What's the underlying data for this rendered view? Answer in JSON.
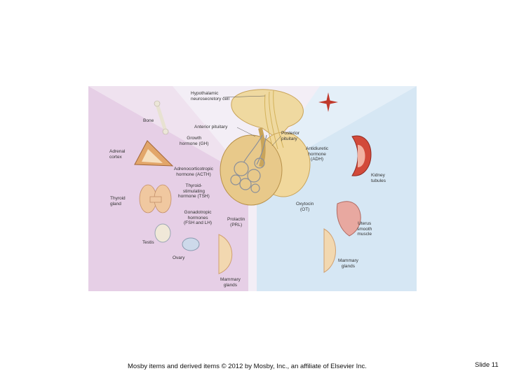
{
  "labels": {
    "hypothalamic": "Hypothalamic\nneurosecretory cell",
    "bone": "Bone",
    "anterior_pituitary": "Anterior pituitary",
    "posterior_pituitary": "Posterior\npituitary",
    "growth_hormone": "Growth\nhormone (GH)",
    "adrenal_cortex": "Adrenal\ncortex",
    "acth": "Adrenocorticotropic\nhormone (ACTH)",
    "adh": "Antidiuretic\nhormone\n(ADH)",
    "tsh": "Thyroid-\nstimulating\nhormone (TSH)",
    "kidney_tubules": "Kidney\ntubules",
    "thyroid_gland": "Thyroid\ngland",
    "oxytocin": "Oxytocin\n(OT)",
    "gonadotropic": "Gonadotropic\nhormones\n(FSH and LH)",
    "prolactin": "Prolactin\n(PRL)",
    "uterus": "Uterus\nsmooth\nmuscle",
    "testis": "Testis",
    "ovary": "Ovary",
    "mammary_glands_left": "Mammary\nglands",
    "mammary_glands_right": "Mammary\nglands"
  },
  "footer": {
    "credit": "Mosby items and derived items © 2012 by Mosby, Inc., an affiliate of Elsevier Inc.",
    "slide": "Slide 11"
  },
  "colors": {
    "left_fan": "#e9d3ea",
    "right_fan": "#d4e6f4",
    "gland": "#edd59a",
    "gland_edge": "#c9a45a",
    "compass": "#c0392b"
  }
}
